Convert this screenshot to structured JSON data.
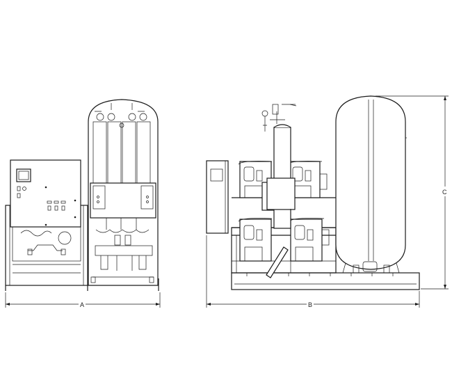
{
  "drawing": {
    "dimensions": {
      "a_label": "A",
      "b_label": "B",
      "c_label": "C"
    },
    "line_color": "#1a1a1a",
    "background": "#ffffff"
  }
}
